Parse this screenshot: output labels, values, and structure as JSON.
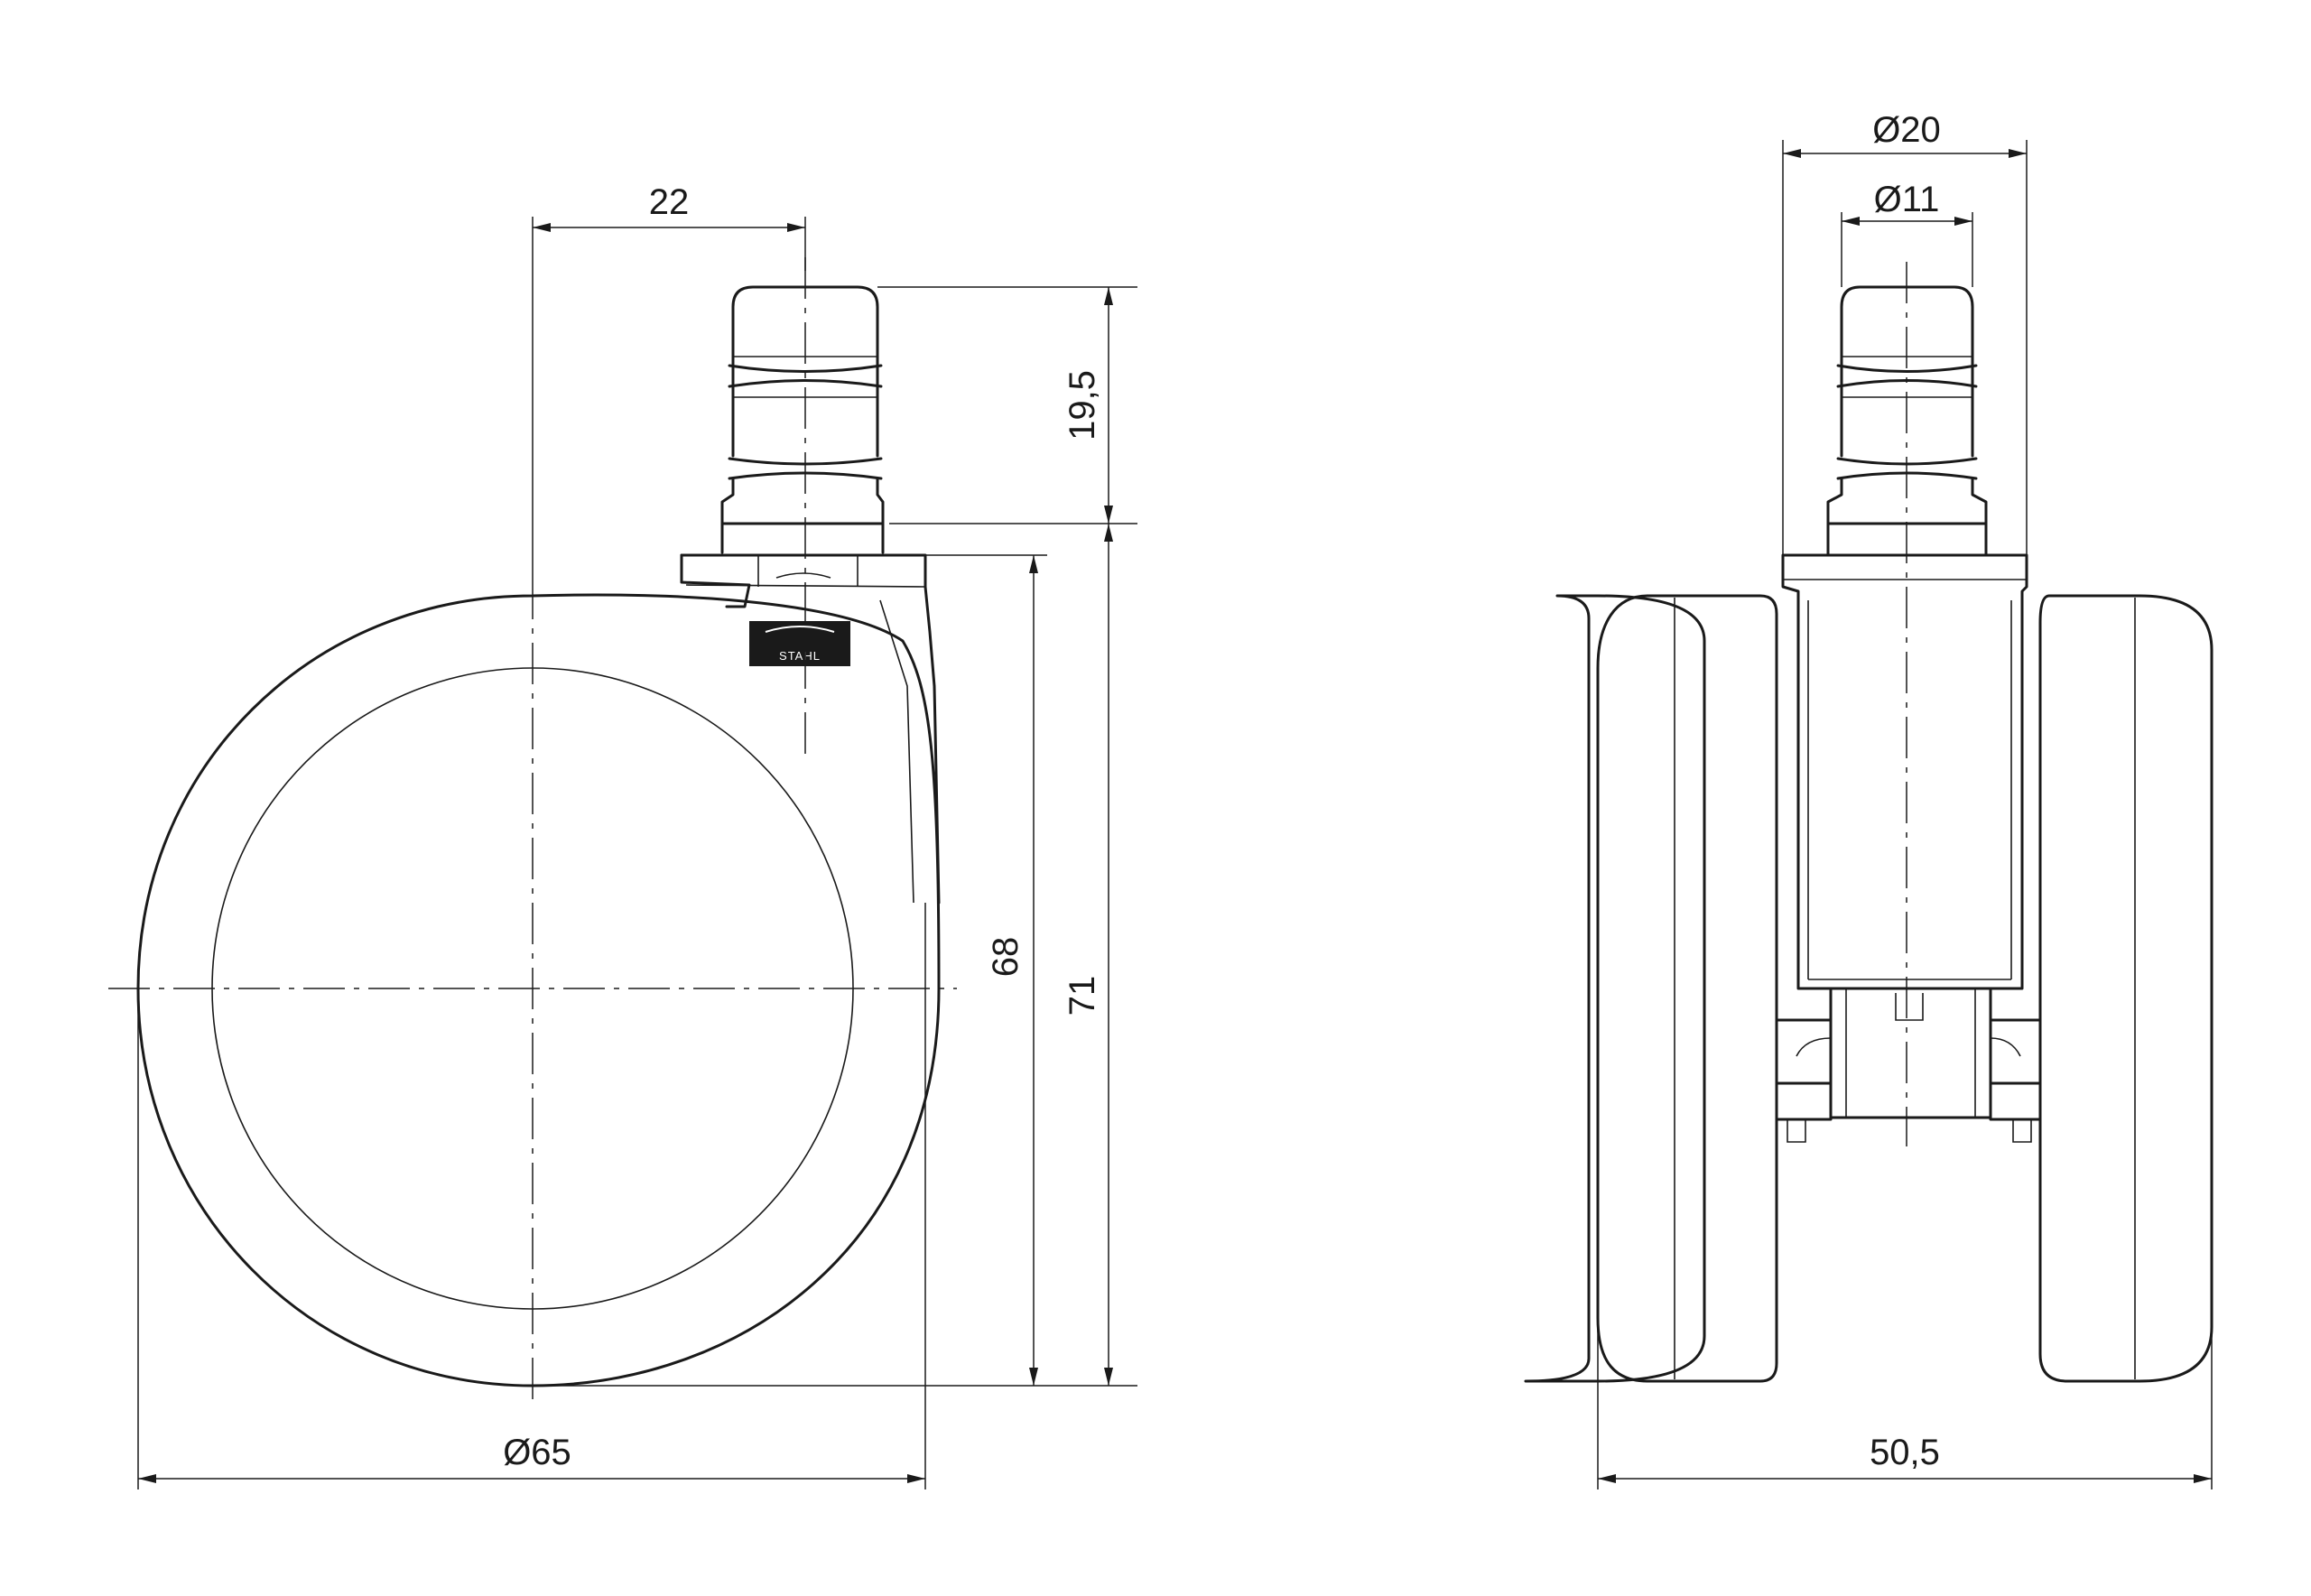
{
  "side_view": {
    "dim_stem_offset": "22",
    "dim_stem_height": "19,5",
    "dim_height_inner": "68",
    "dim_height_total": "71",
    "dim_wheel_diameter": "Ø65",
    "logo_text": "STAHL"
  },
  "front_view": {
    "dim_outer_diameter": "Ø20",
    "dim_inner_diameter": "Ø11",
    "dim_width": "50,5"
  }
}
